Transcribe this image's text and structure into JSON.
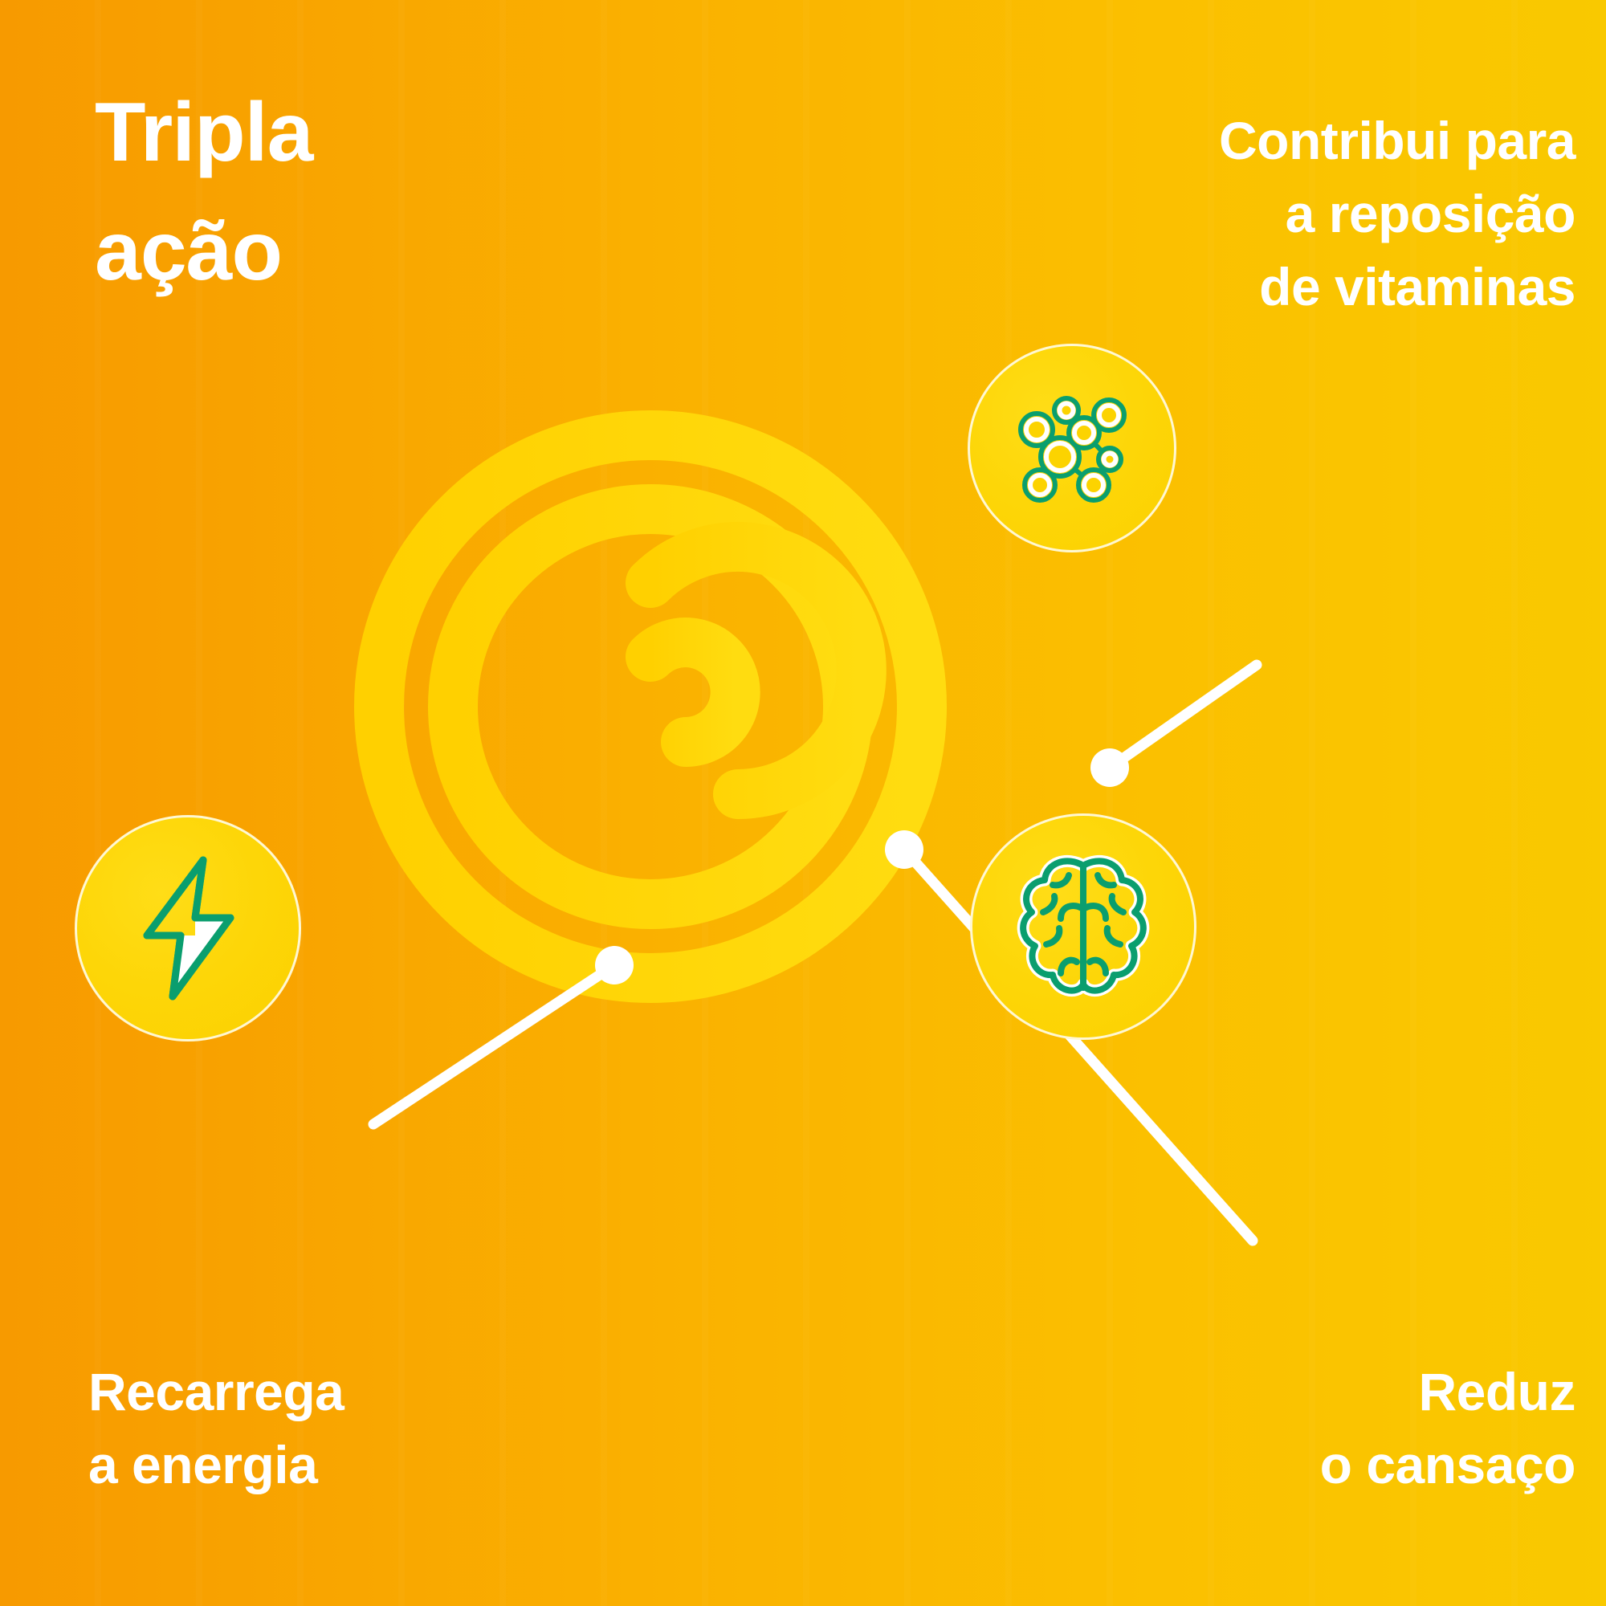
{
  "theme": {
    "bg_left": "#f79a00",
    "bg_right": "#f9c900",
    "spiral_band": "#ffd400",
    "bubble_fill": "#fcd300",
    "icon_stroke": "#0a9e6e",
    "icon_highlight": "#ffffff",
    "text_color": "#ffffff"
  },
  "title": {
    "text": "Tripla\nação"
  },
  "features": [
    {
      "id": "vitamins",
      "label": "Contribui para\na reposição\nde vitaminas",
      "icon": "molecule-icon",
      "position": "top-right"
    },
    {
      "id": "energy",
      "label": "Recarrega\na energia",
      "icon": "lightning-bolt-icon",
      "position": "bottom-left"
    },
    {
      "id": "brain",
      "label": "Reduz\no cansaço",
      "icon": "brain-icon",
      "position": "bottom-right"
    }
  ],
  "graphic": {
    "name": "concentric-spiral",
    "rings": 4,
    "connector_dots": 3
  }
}
